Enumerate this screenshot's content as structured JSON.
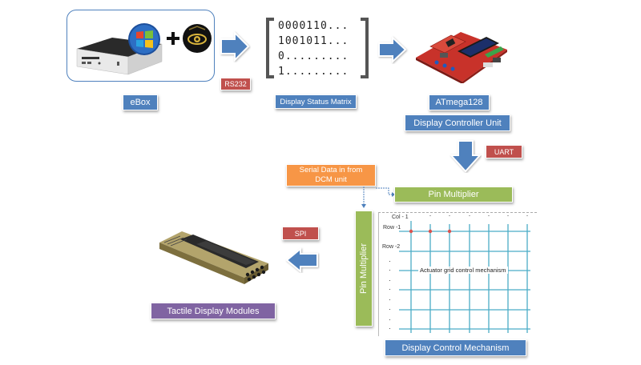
{
  "diagram": {
    "colors": {
      "blue": "#4f81bd",
      "red": "#c0504d",
      "green": "#9bbb59",
      "purple": "#8064a2",
      "orange": "#f79646",
      "grid_line": "#4bacc6",
      "grid_dot": "#d9534f"
    },
    "ebox": {
      "label": "eBox",
      "icons": [
        "mini-pc-icon",
        "windows-logo-icon",
        "plus-icon",
        "eye-logo-icon"
      ],
      "plus_symbol": "+"
    },
    "links": {
      "rs232": "RS232",
      "uart": "UART",
      "spi": "SPI"
    },
    "status_matrix": {
      "label": "Display Status Matrix",
      "rows": [
        "0000110...",
        "1001011...",
        "0.........",
        "1........."
      ]
    },
    "controller": {
      "name": "ATmega128",
      "label": "Display Controller Unit"
    },
    "serial_input": {
      "label": "Serial Data in from DCM unit"
    },
    "pin_multiplier_horizontal": {
      "label": "Pin Multiplier"
    },
    "pin_multiplier_vertical": {
      "label": "Pin Multiplier"
    },
    "grid": {
      "col_label": "Col - 1",
      "row1_label": "Row -1",
      "row2_label": "Row -2",
      "center_label": "Actuator grid control mechanism",
      "caption": "Display Control Mechanism"
    },
    "tactile": {
      "label": "Tactile Display Modules"
    }
  }
}
